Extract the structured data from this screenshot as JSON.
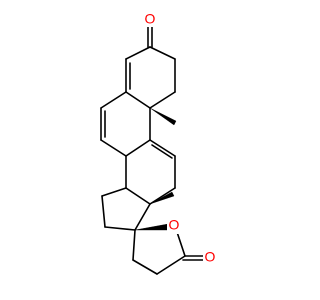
{
  "molecule": {
    "atom_labels": [
      {
        "key": "ketone_o",
        "text": "O"
      },
      {
        "key": "ring_o",
        "text": "O"
      },
      {
        "key": "lactone_carbonyl_o",
        "text": "O"
      }
    ],
    "colors": {
      "bond": "#000000",
      "oxygen": "#ff0000",
      "background": "#ffffff"
    }
  }
}
